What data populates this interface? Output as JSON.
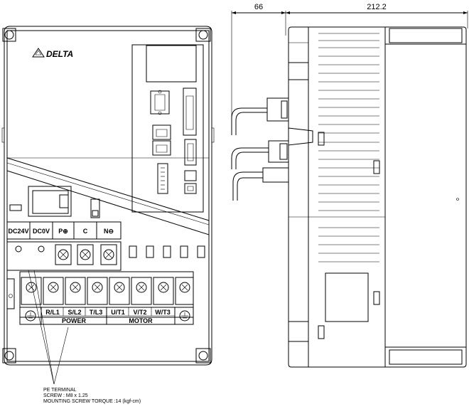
{
  "dimensions": {
    "depth_front": "66",
    "depth_rear": "212.2"
  },
  "brand": {
    "logo_text": "DELTA"
  },
  "upper_terminals": [
    "DC24V",
    "DC0V",
    "P⊕",
    "C",
    "N⊖"
  ],
  "lower_terminals": [
    "R/L1",
    "S/L2",
    "T/L3",
    "U/T1",
    "V/T2",
    "W/T3"
  ],
  "groups": {
    "power": "POWER",
    "motor": "MOTOR"
  },
  "pe_note": {
    "line1": "PE TERMINAL",
    "line2": "SCREW : M8 x 1.25",
    "line3": "MOUNTING SCREW TORQUE :14 (kgf-cm)"
  }
}
